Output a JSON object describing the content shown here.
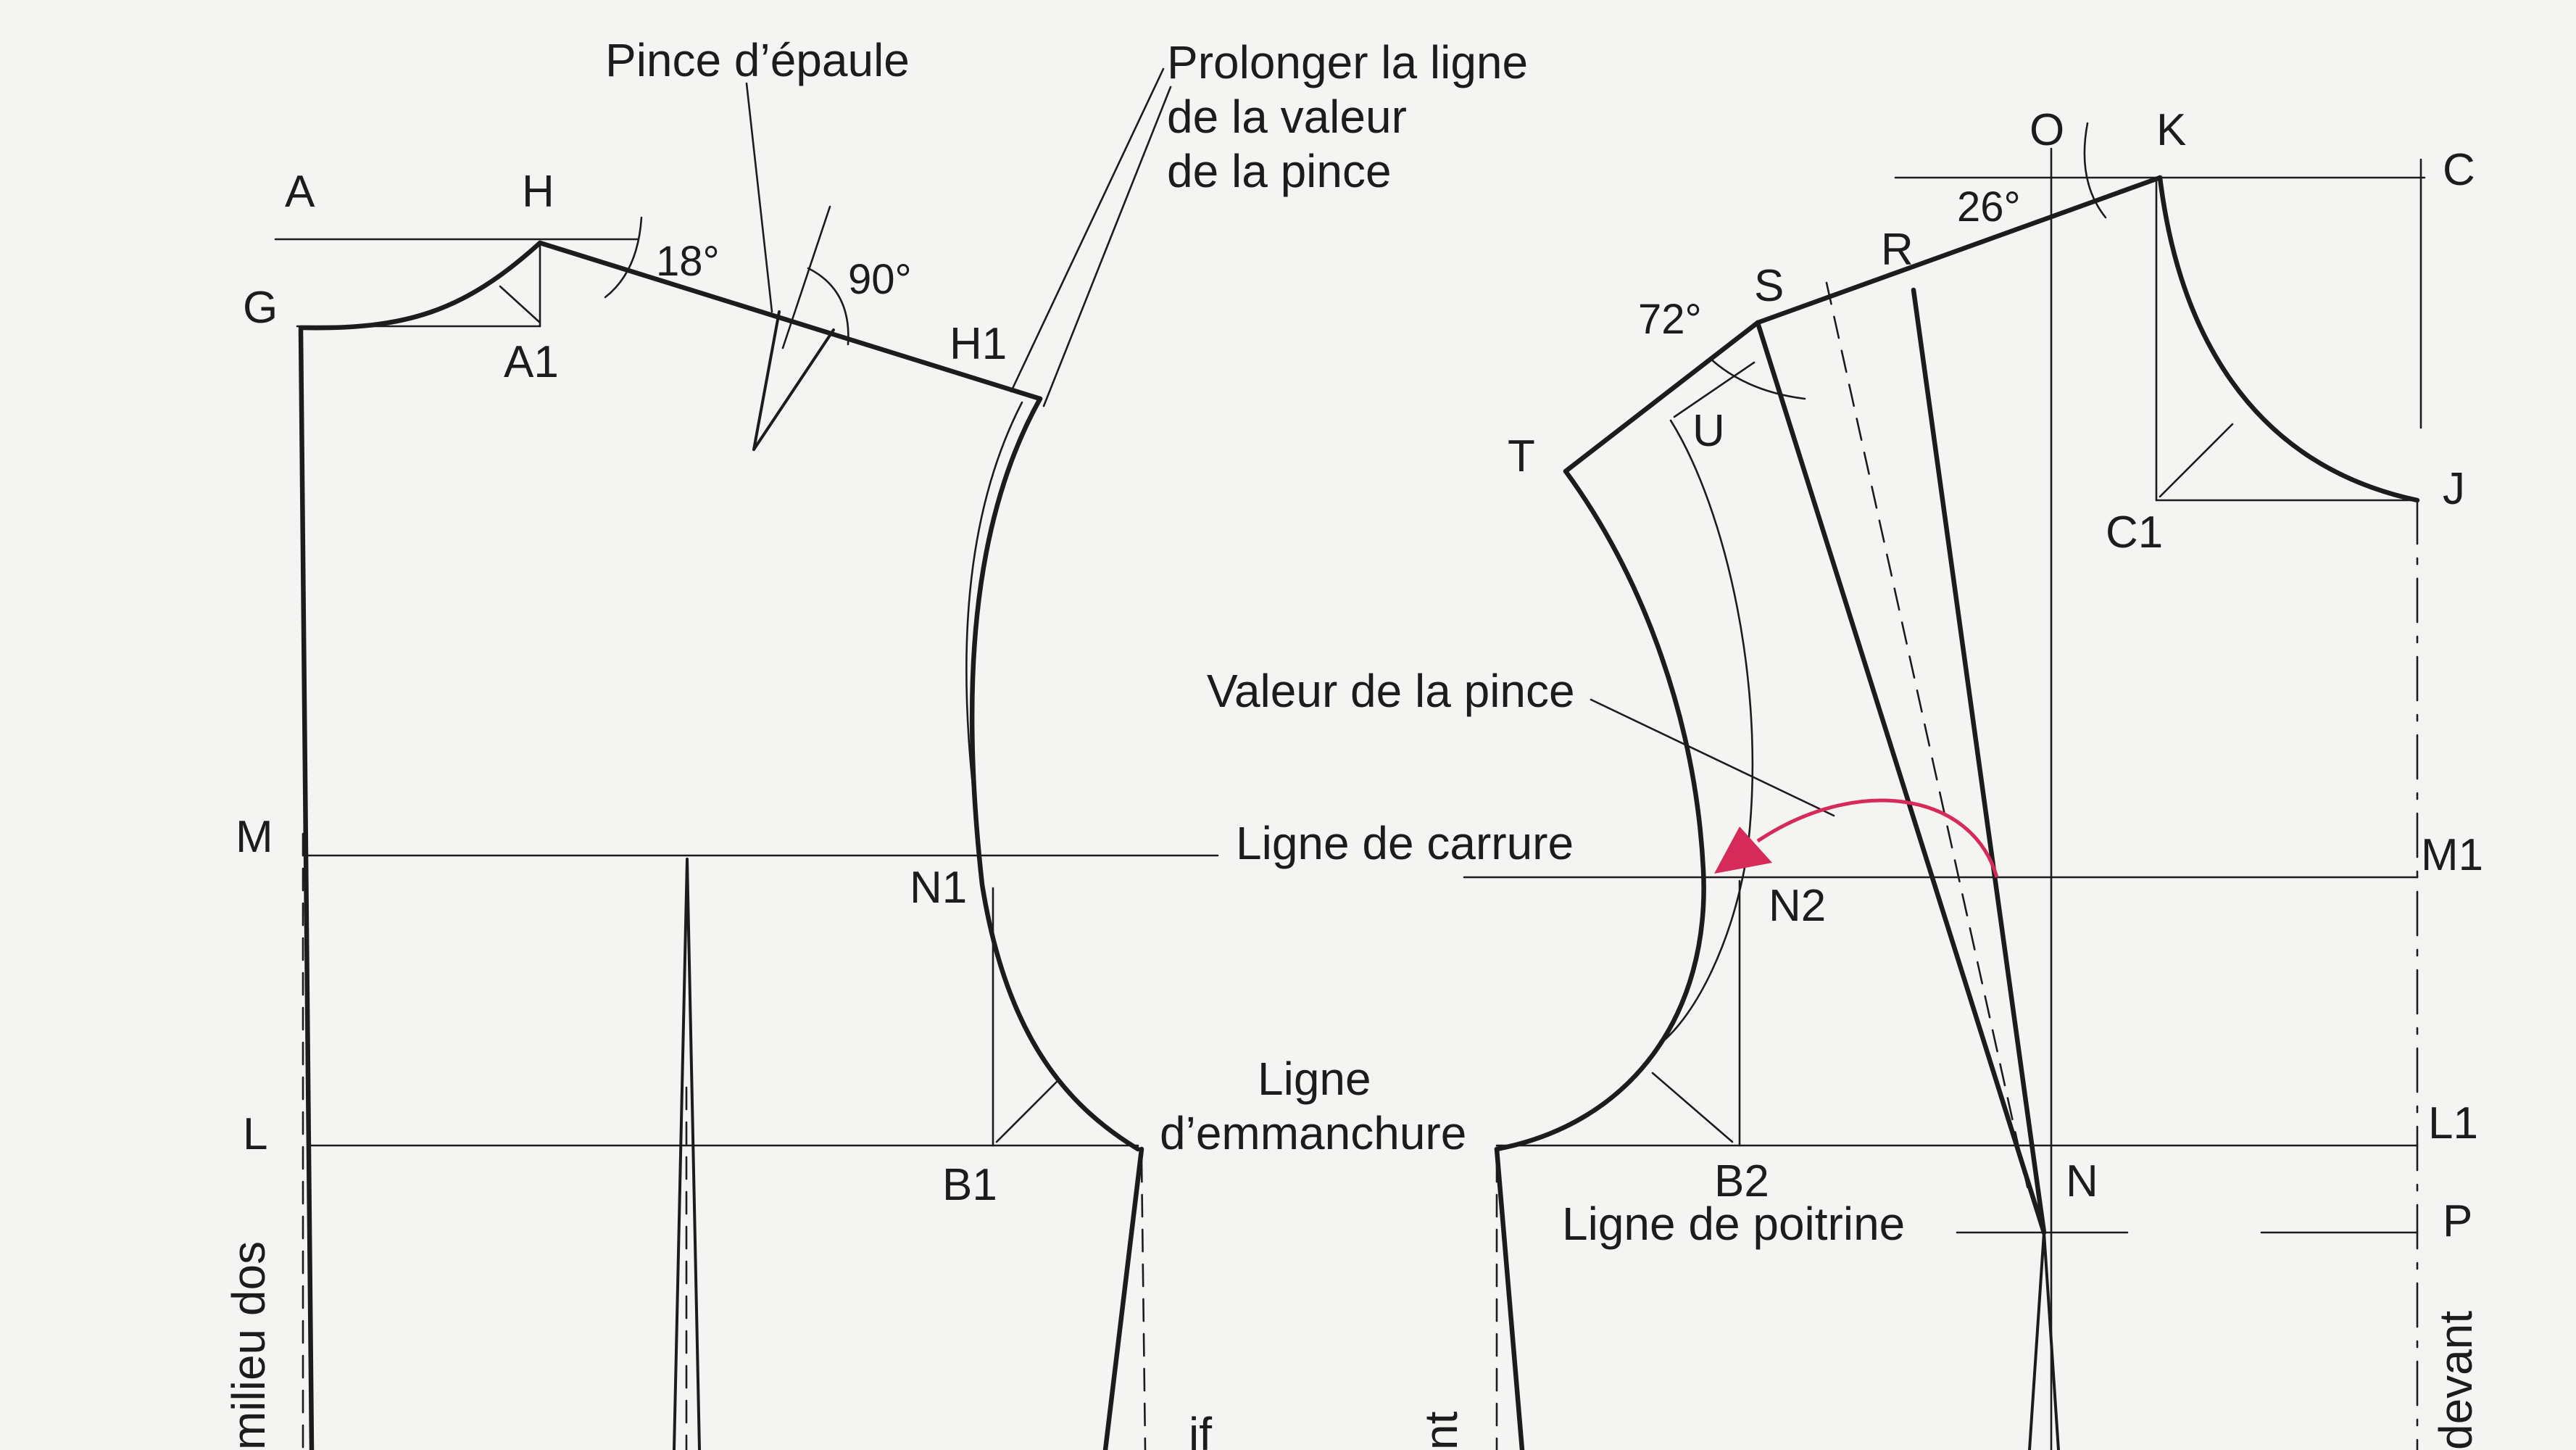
{
  "labels": {
    "pince_epaule": "Pince d’épaule",
    "prolonger_line1": "Prolonger la ligne",
    "prolonger_line2": "de la valeur",
    "prolonger_line3": "de la pince",
    "valeur_pince": "Valeur de la pince",
    "ligne_carrure": "Ligne de carrure",
    "ligne_emmanchure_1": "Ligne",
    "ligne_emmanchure_2": "d’emmanchure",
    "ligne_poitrine": "Ligne de poitrine",
    "milieu_dos": "milieu dos",
    "devant": "devant",
    "partial_left": "if",
    "partial_mid": "nt"
  },
  "angles": {
    "a18": "18°",
    "a90": "90°",
    "a72": "72°",
    "a26": "26°"
  },
  "points": {
    "A": "A",
    "H": "H",
    "G": "G",
    "A1": "A1",
    "H1": "H1",
    "M": "M",
    "N1": "N1",
    "L": "L",
    "B1": "B1",
    "O": "O",
    "K": "K",
    "C": "C",
    "S": "S",
    "R": "R",
    "T": "T",
    "U": "U",
    "C1": "C1",
    "J": "J",
    "M1": "M1",
    "N2": "N2",
    "L1": "L1",
    "B2": "B2",
    "N": "N",
    "P": "P"
  },
  "colors": {
    "ink": "#1c1c1c",
    "accent": "#d62a5b",
    "background": "#f4f4f2"
  }
}
